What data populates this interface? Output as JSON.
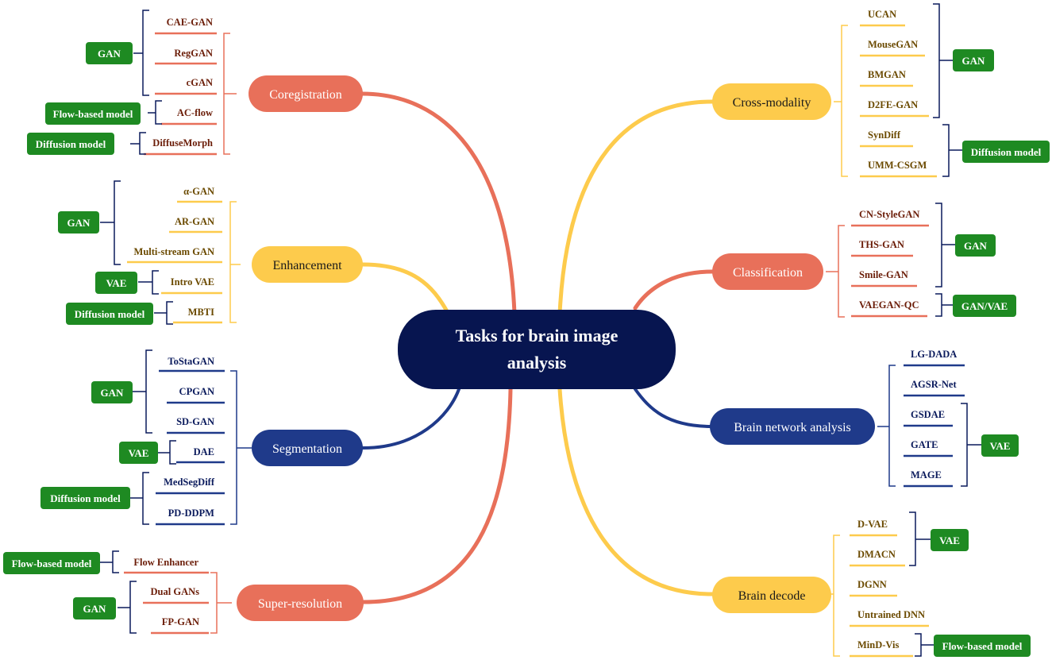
{
  "hub": {
    "line1": "Tasks for brain image",
    "line2": "analysis"
  },
  "colors": {
    "orange": "#E8705A",
    "yellow": "#FDCB4C",
    "navy": "#1F3A8A",
    "hub": "#071550",
    "green": "#1E8A22",
    "text_orange": "#6B1D08",
    "text_yellow": "#6B4A00",
    "text_navy": "#0A1A5C"
  },
  "tasks": {
    "coregistration": {
      "label": "Coregistration",
      "items": [
        "CAE-GAN",
        "RegGAN",
        "cGAN",
        "AC-flow",
        "DiffuseMorph"
      ],
      "tags": [
        "GAN",
        "Flow-based model",
        "Diffusion model"
      ]
    },
    "enhancement": {
      "label": "Enhancement",
      "items": [
        "α-GAN",
        "AR-GAN",
        "Multi-stream GAN",
        "Intro VAE",
        "MBTI"
      ],
      "tags": [
        "GAN",
        "VAE",
        "Diffusion model"
      ]
    },
    "segmentation": {
      "label": "Segmentation",
      "items": [
        "ToStaGAN",
        "CPGAN",
        "SD-GAN",
        "DAE",
        "MedSegDiff",
        "PD-DDPM"
      ],
      "tags": [
        "GAN",
        "VAE",
        "Diffusion model"
      ]
    },
    "superresolution": {
      "label": "Super-resolution",
      "items": [
        "Flow Enhancer",
        "Dual GANs",
        "FP-GAN"
      ],
      "tags": [
        "Flow-based model",
        "GAN"
      ]
    },
    "crossmodality": {
      "label": "Cross-modality",
      "items": [
        "UCAN",
        "MouseGAN",
        "BMGAN",
        "D2FE-GAN",
        "SynDiff",
        "UMM-CSGM"
      ],
      "tags": [
        "GAN",
        "Diffusion model"
      ]
    },
    "classification": {
      "label": "Classification",
      "items": [
        "CN-StyleGAN",
        "THS-GAN",
        "Smile-GAN",
        "VAEGAN-QC"
      ],
      "tags": [
        "GAN",
        "GAN/VAE"
      ]
    },
    "brainnetwork": {
      "label": "Brain network  analysis",
      "items": [
        "LG-DADA",
        "AGSR-Net",
        "GSDAE",
        "GATE",
        "MAGE"
      ],
      "tags": [
        "VAE"
      ]
    },
    "braindecode": {
      "label": "Brain decode",
      "items": [
        "D-VAE",
        "DMACN",
        "DGNN",
        "Untrained DNN",
        "MinD-Vis"
      ],
      "tags": [
        "VAE",
        "Flow-based model"
      ]
    }
  }
}
